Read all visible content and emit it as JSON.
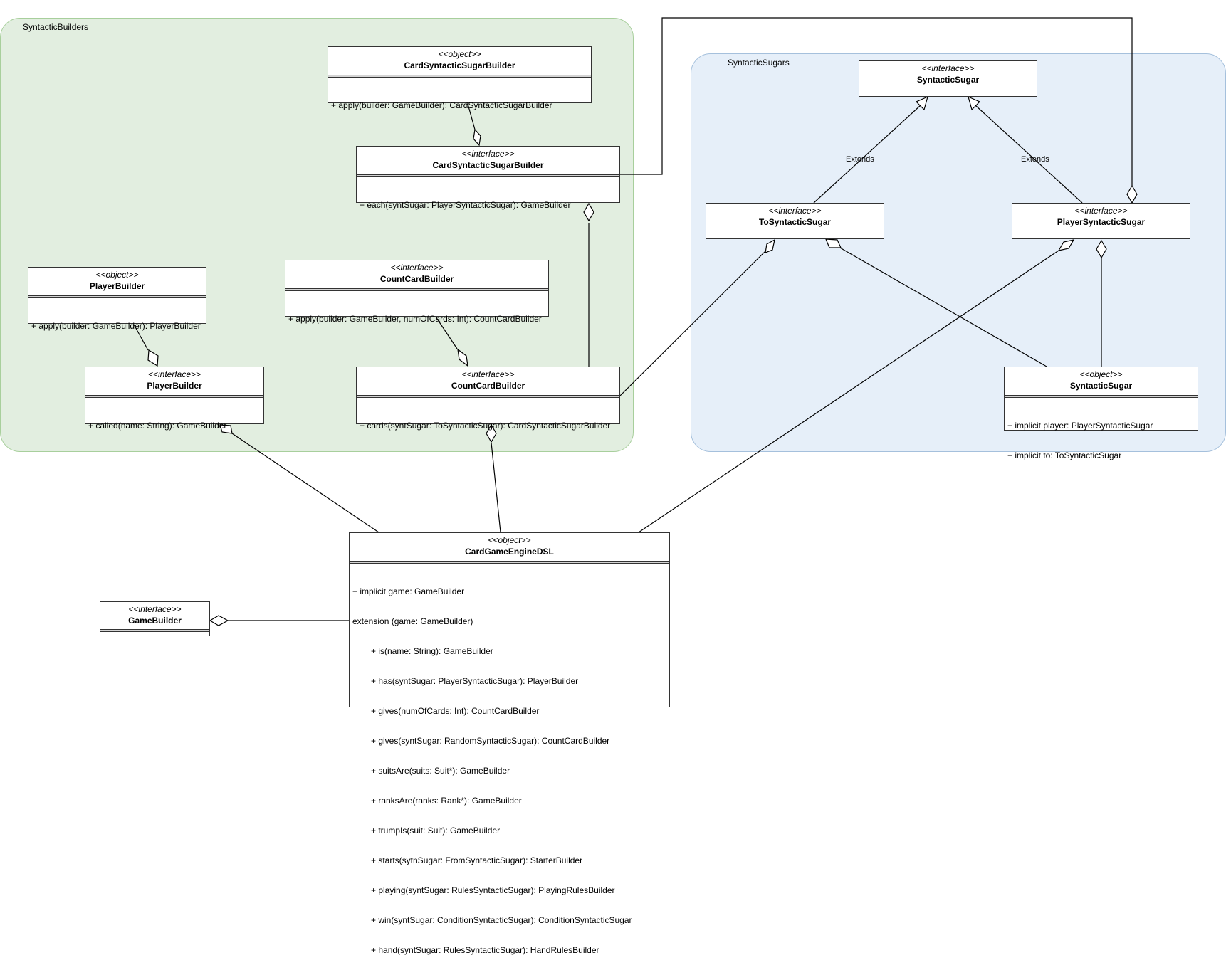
{
  "packages": {
    "syntactic_builders": {
      "title": "SyntacticBuilders"
    },
    "syntactic_sugars": {
      "title": "SyntacticSugars"
    }
  },
  "classes": {
    "card_syntactic_sugar_builder_obj": {
      "stereotype": "<<object>>",
      "name": "CardSyntacticSugarBuilder",
      "members": [
        "+ apply(builder: GameBuilder): CardSyntacticSugarBuilder"
      ]
    },
    "card_syntactic_sugar_builder_if": {
      "stereotype": "<<interface>>",
      "name": "CardSyntacticSugarBuilder",
      "members": [
        "+ each(syntSugar: PlayerSyntacticSugar): GameBuilder"
      ]
    },
    "player_builder_obj": {
      "stereotype": "<<object>>",
      "name": "PlayerBuilder",
      "members": [
        "+ apply(builder: GameBuilder): PlayerBuilder"
      ]
    },
    "count_card_builder_if_top": {
      "stereotype": "<<interface>>",
      "name": "CountCardBuilder",
      "members": [
        "+ apply(builder: GameBuilder, numOfCards: Int): CountCardBuilder"
      ]
    },
    "player_builder_if": {
      "stereotype": "<<interface>>",
      "name": "PlayerBuilder",
      "members": [
        "+ called(name: String): GameBuilder"
      ]
    },
    "count_card_builder_if": {
      "stereotype": "<<interface>>",
      "name": "CountCardBuilder",
      "members": [
        "+ cards(syntSugar: ToSyntacticSugar): CardSyntacticSugarBuilder"
      ]
    },
    "syntactic_sugar_if": {
      "stereotype": "<<interface>>",
      "name": "SyntacticSugar"
    },
    "to_syntactic_sugar_if": {
      "stereotype": "<<interface>>",
      "name": "ToSyntacticSugar"
    },
    "player_syntactic_sugar_if": {
      "stereotype": "<<interface>>",
      "name": "PlayerSyntacticSugar"
    },
    "syntactic_sugar_obj": {
      "stereotype": "<<object>>",
      "name": "SyntacticSugar",
      "members": [
        "+ implicit player: PlayerSyntacticSugar",
        "+ implicit to: ToSyntacticSugar"
      ]
    },
    "card_game_engine_dsl": {
      "stereotype": "<<object>>",
      "name": "CardGameEngineDSL",
      "members": [
        "+ implicit game: GameBuilder",
        "extension (game: GameBuilder)",
        "+ is(name: String): GameBuilder",
        "+ has(syntSugar: PlayerSyntacticSugar): PlayerBuilder",
        "+ gives(numOfCards: Int): CountCardBuilder",
        "+ gives(syntSugar: RandomSyntacticSugar): CountCardBuilder",
        "+ suitsAre(suits: Suit*): GameBuilder",
        "+ ranksAre(ranks: Rank*): GameBuilder",
        "+ trumpIs(suit: Suit): GameBuilder",
        "+ starts(sytnSugar: FromSyntacticSugar): StarterBuilder",
        "+ playing(syntSugar: RulesSyntacticSugar): PlayingRulesBuilder",
        "+ win(syntSugar: ConditionSyntacticSugar): ConditionSyntacticSugar",
        "+ hand(syntSugar: RulesSyntacticSugar): HandRulesBuilder"
      ]
    },
    "game_builder_if": {
      "stereotype": "<<interface>>",
      "name": "GameBuilder"
    }
  },
  "edge_labels": {
    "extends_left": "Extends",
    "extends_right": "Extends"
  }
}
